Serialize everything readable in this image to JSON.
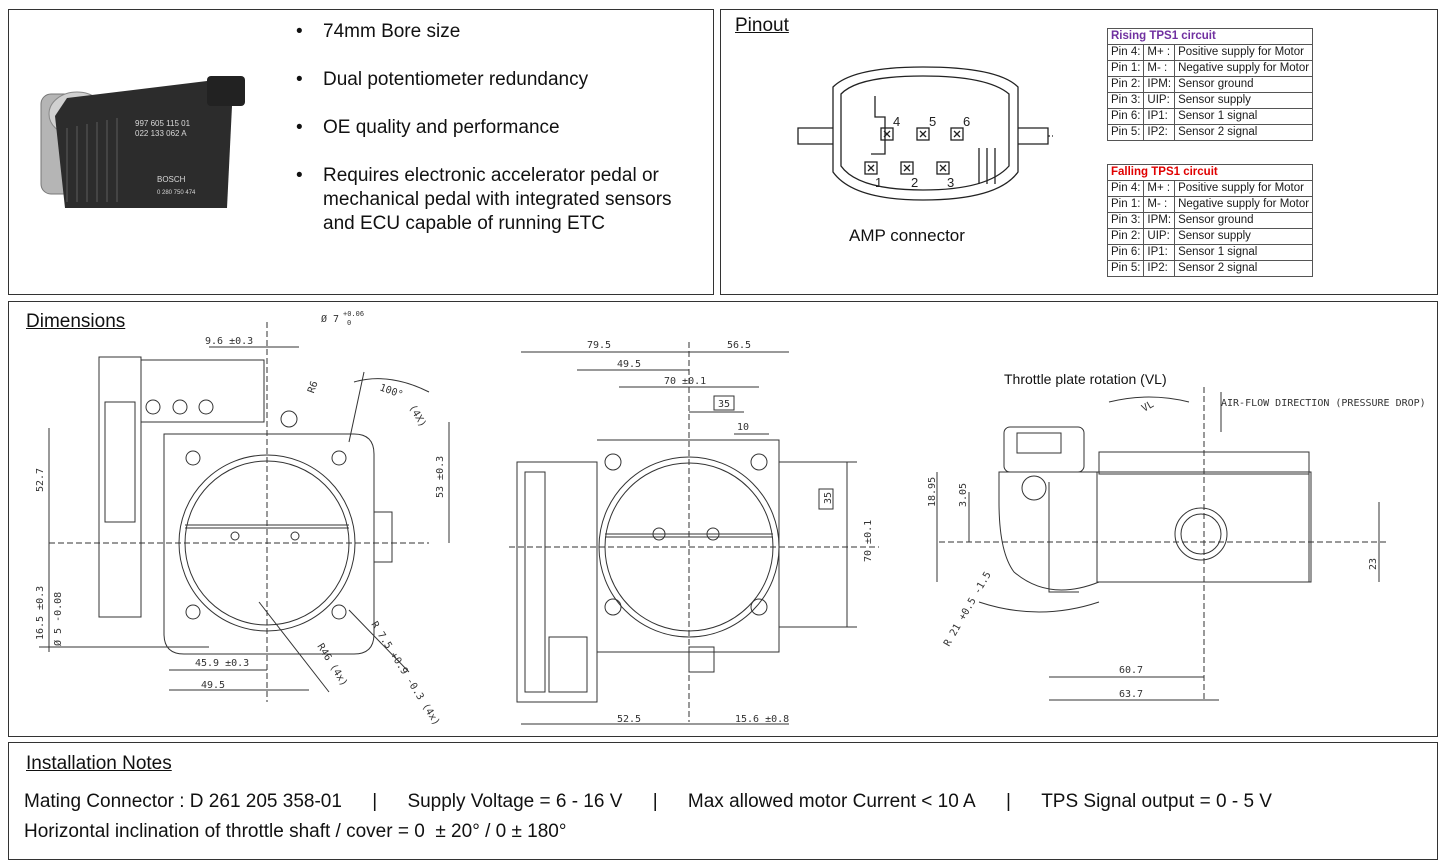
{
  "product": {
    "photo_label": {
      "brand": "BOSCH",
      "part_line1": "997 605 115 01",
      "part_line2": "022 133 062 A",
      "code": "0 280 750 474"
    },
    "bullets": [
      "74mm Bore size",
      "Dual potentiometer redundancy",
      "OE quality and performance",
      "Requires electronic accelerator pedal or mechanical pedal with integrated sensors and ECU capable of running ETC"
    ]
  },
  "pinout": {
    "heading": "Pinout",
    "connector_caption": "AMP connector",
    "connector_pin_numbers": [
      "4",
      "5",
      "6",
      "1",
      "2",
      "3"
    ],
    "rising": {
      "title": "Rising TPS1 circuit",
      "rows": [
        [
          "Pin 4:",
          "M+ :",
          "Positive supply for Motor"
        ],
        [
          "Pin 1:",
          "M- :",
          "Negative supply for Motor"
        ],
        [
          "Pin 2:",
          "IPM:",
          "Sensor ground"
        ],
        [
          "Pin 3:",
          "UIP:",
          "Sensor supply"
        ],
        [
          "Pin 6:",
          "IP1:",
          "Sensor 1 signal"
        ],
        [
          "Pin 5:",
          "IP2:",
          "Sensor 2 signal"
        ]
      ]
    },
    "falling": {
      "title": "Falling TPS1 circuit",
      "rows": [
        [
          "Pin 4:",
          "M+ :",
          "Positive supply for Motor"
        ],
        [
          "Pin 1:",
          "M- :",
          "Negative supply for Motor"
        ],
        [
          "Pin 3:",
          "IPM:",
          "Sensor ground"
        ],
        [
          "Pin 2:",
          "UIP:",
          "Sensor supply"
        ],
        [
          "Pin 6:",
          "IP1:",
          "Sensor 1 signal"
        ],
        [
          "Pin 5:",
          "IP2:",
          "Sensor 2 signal"
        ]
      ]
    }
  },
  "dimensions": {
    "heading": "Dimensions",
    "rotation_caption": "Throttle plate rotation (VL)",
    "airflow_label": "AIR-FLOW DIRECTION (PRESSURE DROP)",
    "vl_label": "VL",
    "left_view": {
      "d_hole": "Ø 7",
      "d_hole_tol_upper": "+0.06",
      "d_hole_tol_lower": "0",
      "top_offset": "9.6 ±0.3",
      "r6": "R6",
      "angle": "100°",
      "angle_count": "(4X)",
      "height_left": "52.7",
      "height_right": "53 ±0.3",
      "bottom_16": "16.5 ±0.3",
      "pin_d": "Ø 5 -0.08",
      "width_45": "45.9 ±0.3",
      "width_49": "49.5",
      "r7": "R 7.5 +0.9 -0.3 (4x)",
      "r46": "R46 (4x)"
    },
    "front_view": {
      "w_79": "79.5",
      "w_56": "56.5",
      "w_49": "49.5",
      "w_70": "70 ±0.1",
      "box_35_top": "35",
      "w_10": "10",
      "box_35_side": "35",
      "h_70": "70 ±0.1",
      "w_52": "52.5",
      "w_15": "15.6 ±0.8"
    },
    "side_view": {
      "h_18": "18.95",
      "h_3": "3.05",
      "h_23": "23",
      "w_60": "60.7",
      "w_63": "63.7",
      "r21": "R 21 +0.5 -1.5"
    }
  },
  "installation": {
    "heading": "Installation Notes",
    "line1": [
      "Mating Connector : D 261 205 358-01",
      "|",
      "Supply Voltage = 6 - 16 V",
      "|",
      "Max allowed motor Current < 10 A",
      "|",
      "TPS Signal output = 0 - 5 V"
    ],
    "line2": "Horizontal inclination of throttle shaft / cover = 0  ± 20° / 0 ± 180°"
  }
}
